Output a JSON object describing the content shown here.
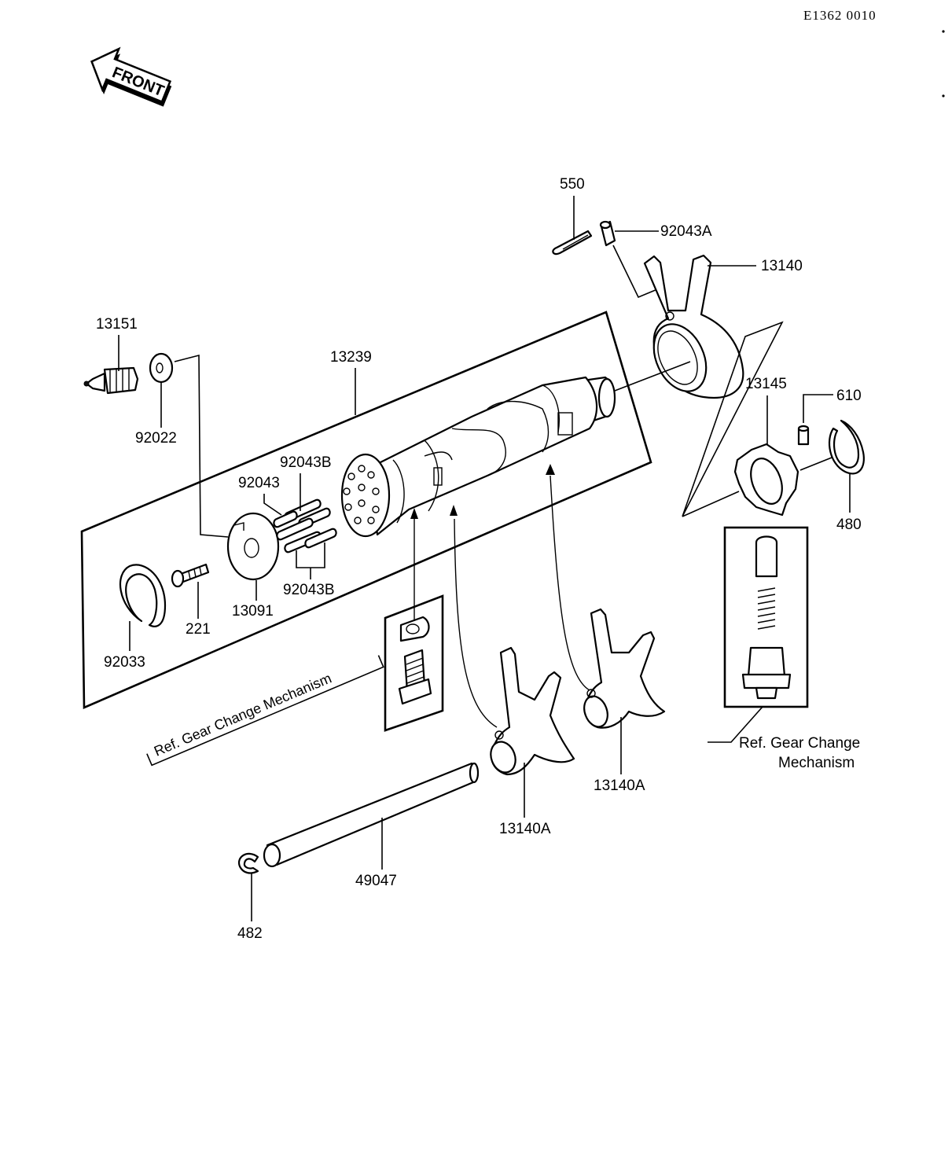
{
  "diagram_code": "E1362 0010",
  "front_label": "FRONT",
  "parts": {
    "p550": "550",
    "p92043A": "92043A",
    "p13140": "13140",
    "p13151": "13151",
    "p13239": "13239",
    "p92022": "92022",
    "p13145": "13145",
    "p610": "610",
    "p92043B_top": "92043B",
    "p92043": "92043",
    "p480": "480",
    "p92043B_bottom": "92043B",
    "p13091": "13091",
    "p221": "221",
    "p92033": "92033",
    "p13140A_right": "13140A",
    "p13140A_left": "13140A",
    "p49047": "49047",
    "p482": "482"
  },
  "ref_left": "Ref. Gear Change  Mechanism",
  "ref_right_line1": "Ref. Gear Change",
  "ref_right_line2": "Mechanism"
}
